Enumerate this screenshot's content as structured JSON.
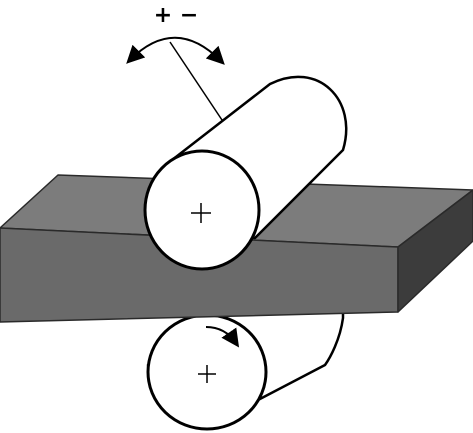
{
  "diagram": {
    "tilt_label": "+ −",
    "colors": {
      "slab_front": "#6a6a6a",
      "slab_top": "#7c7c7c",
      "slab_side": "#3c3c3c",
      "roller_fill": "#ffffff",
      "stroke": "#000000"
    },
    "icons": {
      "tilt_arrow": "double-headed-curved-arrow",
      "rotation_arrow": "clockwise-arrow",
      "roller_center": "plus-marker"
    }
  }
}
